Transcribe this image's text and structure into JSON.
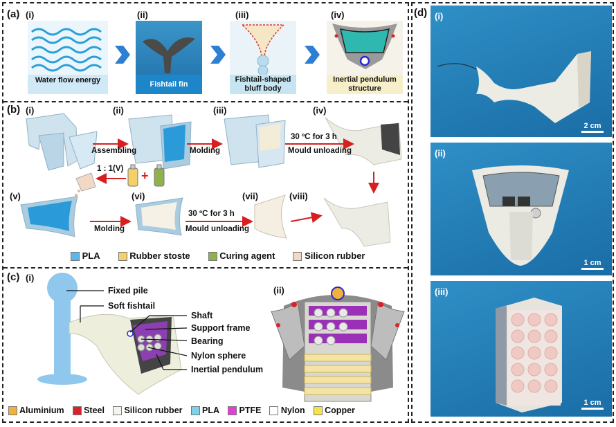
{
  "panel_a": {
    "label": "(a)",
    "steps": [
      {
        "num": "(i)",
        "caption": "Water flow energy"
      },
      {
        "num": "(ii)",
        "caption": "Fishtail fin"
      },
      {
        "num": "(iii)",
        "caption": "Fishtail-shaped bluff body"
      },
      {
        "num": "(iv)",
        "caption": "Inertial pendulum structure"
      }
    ]
  },
  "panel_b": {
    "label": "(b)",
    "steps": [
      "(i)",
      "(ii)",
      "(iii)",
      "(iv)",
      "(v)",
      "(vi)",
      "(vii)",
      "(viii)"
    ],
    "arrow_labels": {
      "assembling": "Assembling",
      "molding1": "Molding",
      "cond1": "30 ºC for 3 h",
      "unload1": "Mould unloading",
      "ratio": "1 : 1(V)",
      "plus": "+",
      "molding2": "Molding",
      "cond2": "30 ºC for 3 h",
      "unload2": "Mould unloading"
    },
    "legend": [
      "PLA",
      "Rubber stoste",
      "Curing agent",
      "Silicon rubber"
    ],
    "legend_colors": [
      "#5bb8e8",
      "#f4cf6a",
      "#8fb24e",
      "#f2d8c6"
    ]
  },
  "panel_c": {
    "label": "(c)",
    "steps": [
      "(i)",
      "(ii)"
    ],
    "callouts": [
      "Fixed pile",
      "Soft fishtail",
      "Shaft",
      "Support frame",
      "Bearing",
      "Nylon sphere",
      "Inertial pendulum"
    ],
    "legend": [
      "Aluminium",
      "Steel",
      "Silicon rubber",
      "PLA",
      "PTFE",
      "Nylon",
      "Copper"
    ],
    "legend_colors": [
      "#f0b23a",
      "#d8232a",
      "#f5f5ee",
      "#7fd2e8",
      "#e040d8",
      "#ffffff",
      "#f4e34a"
    ]
  },
  "panel_d": {
    "label": "(d)",
    "photos": [
      {
        "num": "(i)",
        "scale": "2 cm"
      },
      {
        "num": "(ii)",
        "scale": "1 cm"
      },
      {
        "num": "(iii)",
        "scale": "1 cm"
      }
    ]
  }
}
